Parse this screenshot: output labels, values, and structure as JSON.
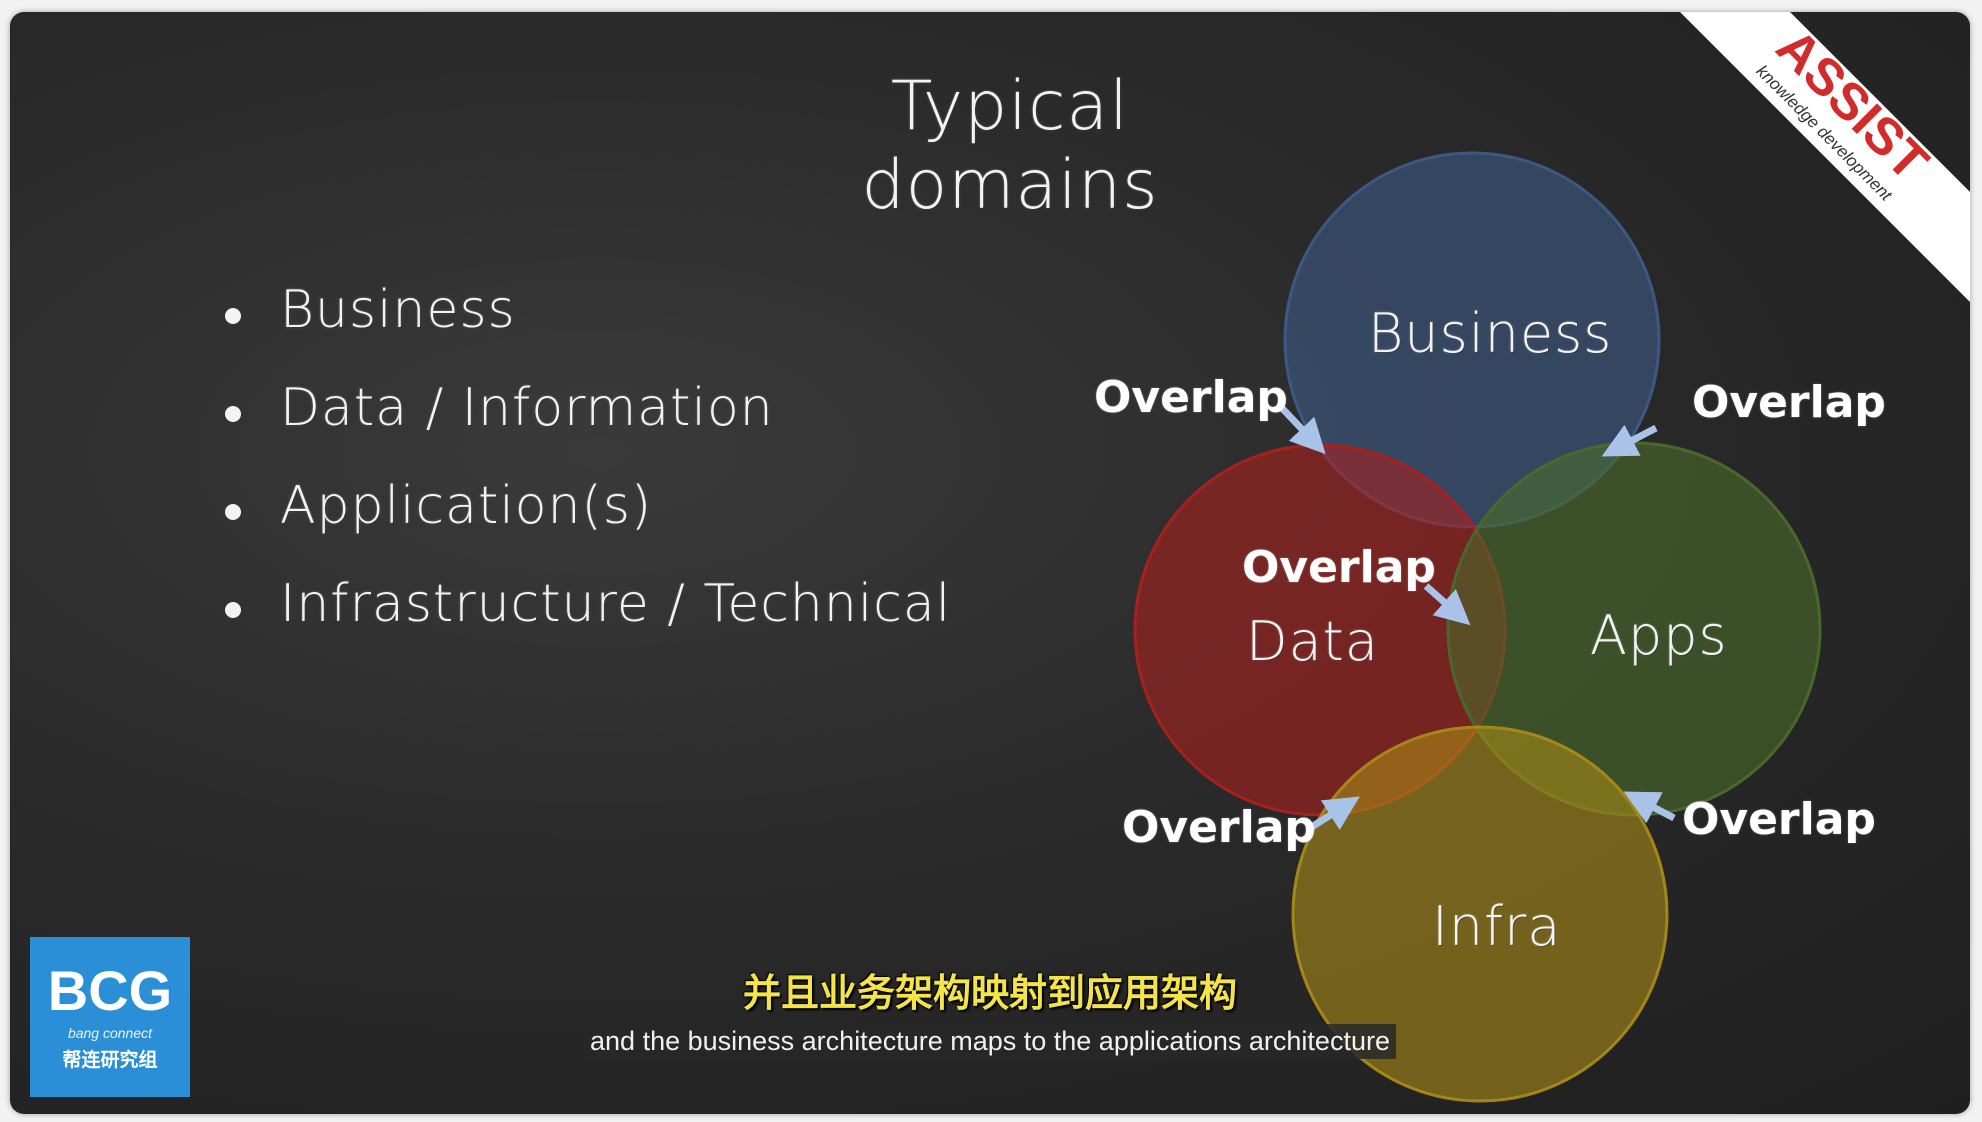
{
  "title": "Typical domains",
  "bullets": [
    "Business",
    "Data / Information",
    "Application(s)",
    "Infrastructure / Technical"
  ],
  "venn": {
    "circles": [
      {
        "label": "Business",
        "color": "#3e5a86"
      },
      {
        "label": "Data",
        "color": "#a8221e"
      },
      {
        "label": "Apps",
        "color": "#4a6a2a"
      },
      {
        "label": "Infra",
        "color": "#a88a18"
      }
    ],
    "overlap_label": "Overlap",
    "arrow_color": "#a9c2e8"
  },
  "watermark": {
    "brand": "ASSIST",
    "tagline": "knowledge development",
    "accent": "#d12b2b"
  },
  "logo": {
    "brand": "BCG",
    "sub": "bang connect",
    "cn": "帮连研究组",
    "color": "#2a8fd6"
  },
  "subtitles": {
    "cn": "并且业务架构映射到应用架构",
    "en": "and the business architecture maps to the applications architecture"
  }
}
